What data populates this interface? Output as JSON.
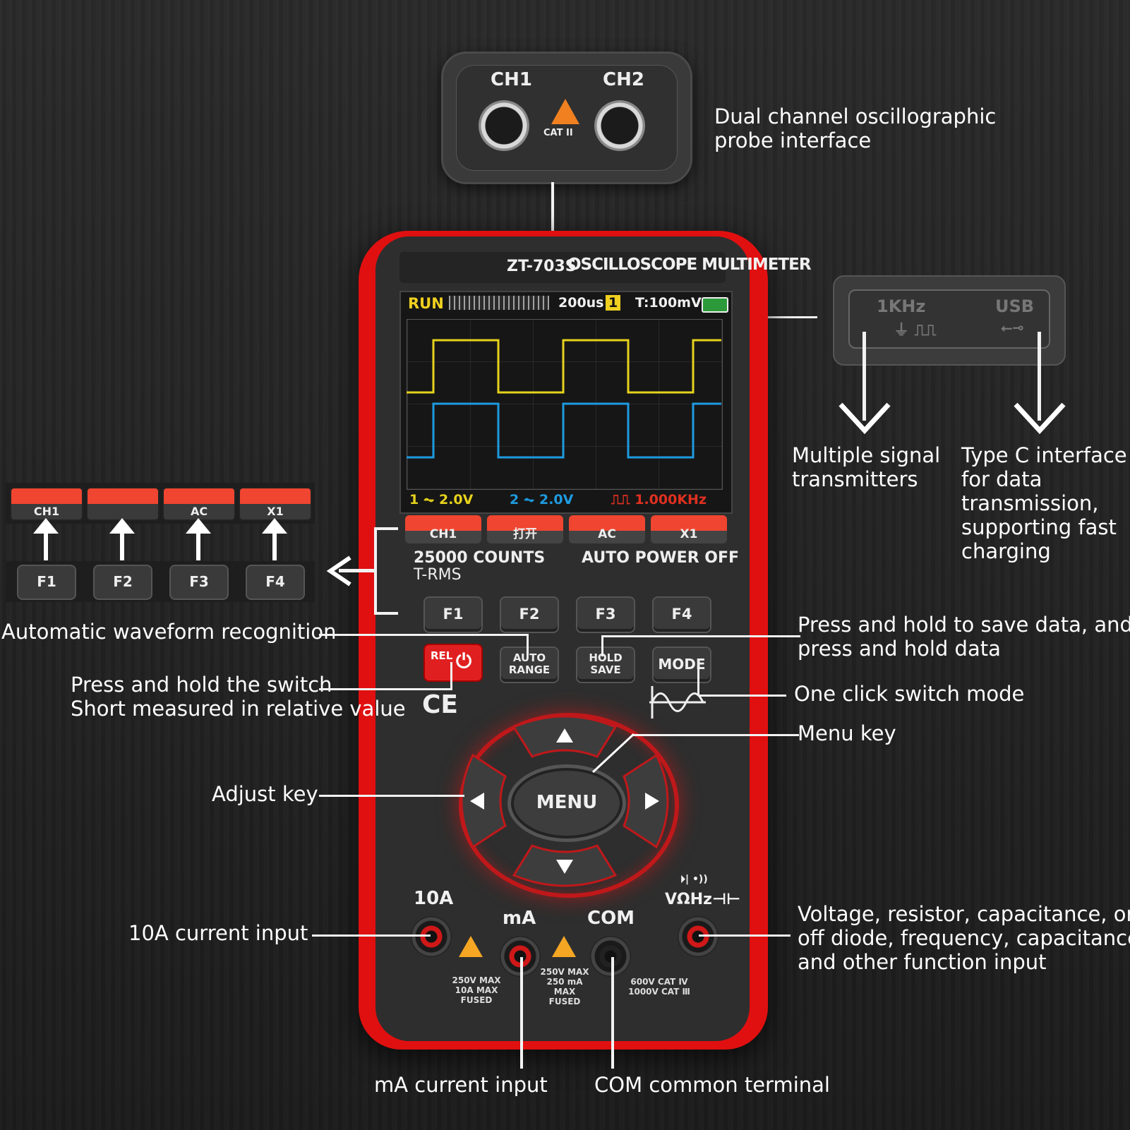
{
  "probe": {
    "ch1": "CH1",
    "ch2": "CH2",
    "cat": "CAT II"
  },
  "port": {
    "freq": "1KHz",
    "usb": "USB"
  },
  "device": {
    "model": "ZT-703S",
    "title": "OSCILLOSCOPE MULTIMETER",
    "screen": {
      "run": "RUN",
      "timebase": "200us",
      "trig_ch": "1",
      "trigger": "T:100mV",
      "ch1_scale": "2.0V",
      "ch2_scale": "2.0V",
      "freq": "1.000KHz"
    },
    "softkeys": [
      "CH1",
      "打开",
      "AC",
      "X1"
    ],
    "counts": "25000 COUNTS",
    "trms": "T-RMS",
    "auto_off": "AUTO POWER OFF",
    "fkeys": [
      "F1",
      "F2",
      "F3",
      "F4"
    ],
    "rel": "REL",
    "auto_range": [
      "AUTO",
      "RANGE"
    ],
    "hold_save": [
      "HOLD",
      "SAVE"
    ],
    "mode": "MODE",
    "ce": "CE",
    "menu": "MENU",
    "terminals": {
      "a10": "10A",
      "ma": "mA",
      "com": "COM",
      "vohm": "VΩHz⊣⊢"
    },
    "fine_10a": [
      "250V MAX",
      "10A MAX",
      "FUSED"
    ],
    "fine_ma": [
      "250V MAX",
      "250 mA MAX",
      "FUSED"
    ],
    "fine_com": [
      "600V CAT Ⅳ",
      "1000V CAT Ⅲ"
    ]
  },
  "left_panel": {
    "strips": [
      "CH1",
      "",
      "AC",
      "X1"
    ],
    "keys": [
      "F1",
      "F2",
      "F3",
      "F4"
    ]
  },
  "callouts": {
    "probe": [
      "Dual channel oscillographic",
      "probe interface"
    ],
    "signal": [
      "Multiple signal",
      "transmitters"
    ],
    "typec": [
      "Type C interface",
      "for data",
      "transmission,",
      "supporting fast",
      "charging"
    ],
    "auto_wave": "Automatic waveform recognition",
    "save": [
      "Press and hold to save data, and",
      "press and hold data"
    ],
    "rel": [
      "Press and hold the switch",
      "Short measured in relative value"
    ],
    "mode": "One click switch mode",
    "menu": "Menu key",
    "adjust": "Adjust key",
    "a10": "10A current input",
    "vohm": [
      "Voltage, resistor, capacitance, on",
      "off diode, frequency, capacitance",
      "and other function input"
    ],
    "ma": "mA current input",
    "com": "COM common terminal"
  },
  "colors": {
    "red": "#e01010",
    "ch1_wave": "#e6d21c",
    "ch2_wave": "#1e9be0",
    "body": "#2e2e2e"
  }
}
